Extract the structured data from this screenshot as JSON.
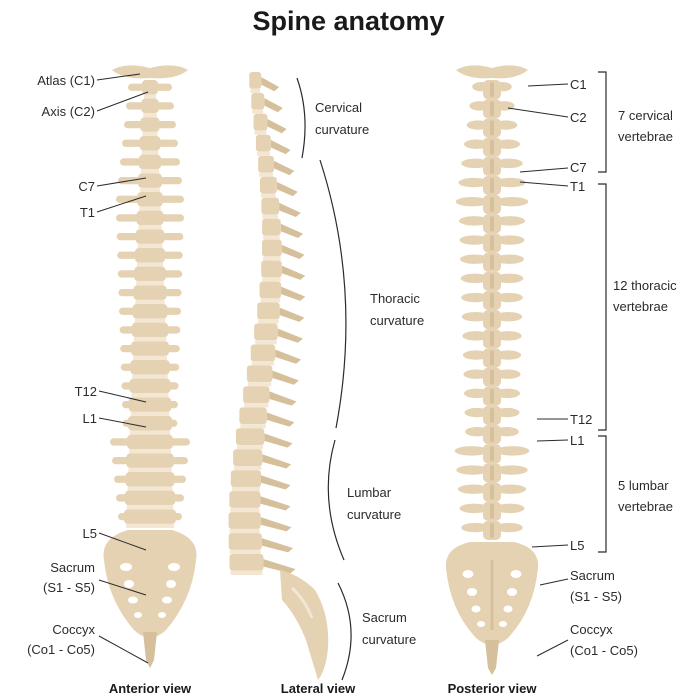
{
  "title": "Spine anatomy",
  "colors": {
    "bone": "#e5d2b3",
    "bone_dark": "#d6c09c",
    "bone_light": "#f3e7d3",
    "line": "#2b2b2b"
  },
  "anterior": {
    "caption": "Anterior view",
    "labels": {
      "atlas": "Atlas (C1)",
      "axis": "Axis (C2)",
      "c7": "C7",
      "t1": "T1",
      "t12": "T12",
      "l1": "L1",
      "l5": "L5",
      "sacrum_1": "Sacrum",
      "sacrum_2": "(S1 - S5)",
      "coccyx_1": "Coccyx",
      "coccyx_2": "(Co1 - Co5)"
    }
  },
  "lateral": {
    "caption": "Lateral view",
    "labels": {
      "cervical_1": "Cervical",
      "cervical_2": "curvature",
      "thoracic_1": "Thoracic",
      "thoracic_2": "curvature",
      "lumbar_1": "Lumbar",
      "lumbar_2": "curvature",
      "sacrum_1": "Sacrum",
      "sacrum_2": "curvature"
    }
  },
  "posterior": {
    "caption": "Posterior view",
    "labels": {
      "c1": "C1",
      "c2": "C2",
      "c7": "C7",
      "t1": "T1",
      "t12": "T12",
      "l1": "L1",
      "l5": "L5",
      "sacrum_1": "Sacrum",
      "sacrum_2": "(S1 - S5)",
      "coccyx_1": "Coccyx",
      "coccyx_2": "(Co1 - Co5)"
    },
    "groups": {
      "cervical_1": "7 cervical",
      "cervical_2": "vertebrae",
      "thoracic_1": "12 thoracic",
      "thoracic_2": "vertebrae",
      "lumbar_1": "5 lumbar",
      "lumbar_2": "vertebrae"
    }
  }
}
